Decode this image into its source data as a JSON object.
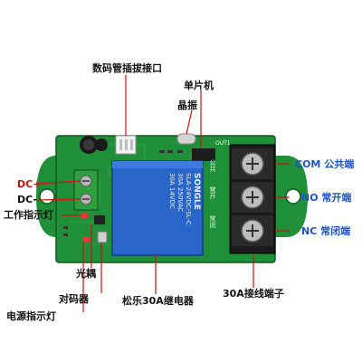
{
  "labels": {
    "display_port": "数码管插拔接口",
    "mcu": "单片机",
    "crystal": "晶振",
    "dc_plus": "DC+",
    "dc_minus": "DC-",
    "work_indicator": "工作指示灯",
    "com": "COM 公共端",
    "no": "NO 常开端",
    "nc": "NC 常闭端",
    "optocoupler": "光耦",
    "pairing": "对码器",
    "power_indicator": "电源指示灯",
    "relay": "松乐30A继电器",
    "terminal": "30A接线端子"
  },
  "relay_marking": {
    "brand": "SONGLE",
    "model": "SLA-24VDC-SL-C",
    "spec1": "30A 250VAC",
    "spec2": "30A 14VDC"
  },
  "pcb_marking": {
    "out": "OUT1",
    "com": "公共",
    "no": "常开",
    "nc": "常闭"
  },
  "colors": {
    "pcb": "#1f8f3a",
    "pcb_dark": "#146b29",
    "relay": "#2a66c9",
    "terminal": "#1a1a1a",
    "label_blue": "#1f53c7",
    "label_red": "#d01010"
  }
}
